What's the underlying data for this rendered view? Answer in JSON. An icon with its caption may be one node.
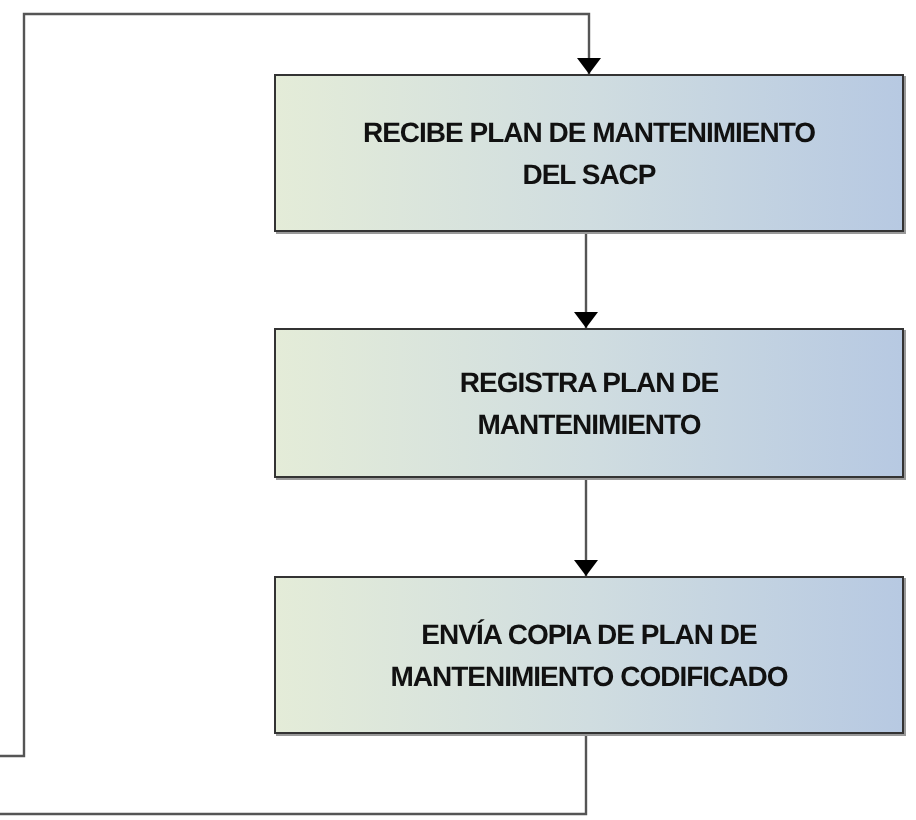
{
  "diagram": {
    "nodes": [
      {
        "text": [
          "RECIBE PLAN DE MANTENIMIENTO DEL SACP"
        ]
      },
      {
        "text": [
          "REGISTRA PLAN DE MANTENIMIENTO"
        ]
      },
      {
        "text": [
          "ENVÍA COPIA DE PLAN DE MANTENIMIENTO CODIFICADO"
        ]
      }
    ],
    "edges": [
      {
        "from": 0,
        "to": 1,
        "arrow": "to"
      },
      {
        "from": 1,
        "to": 2,
        "arrow": "to"
      },
      {
        "from": null,
        "to": 0,
        "arrow": "to"
      },
      {
        "from": 2,
        "to": null,
        "arrow": "none"
      }
    ]
  }
}
